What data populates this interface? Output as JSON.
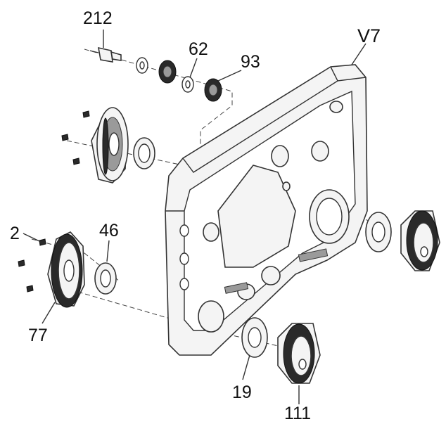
{
  "labels": {
    "l212": "212",
    "v7": "V7",
    "l62": "62",
    "l93": "93",
    "l2": "2",
    "l46": "46",
    "l77": "77",
    "l19": "19",
    "l111": "111"
  }
}
